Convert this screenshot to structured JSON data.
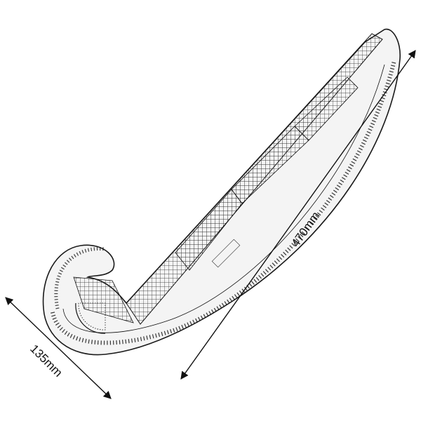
{
  "product": {
    "name": "french-curve-ruler",
    "colors": {
      "line": "#1a1a1a",
      "body": "#f4f4f4",
      "background": "#ffffff"
    }
  },
  "dimensions": {
    "width_label": "135mm",
    "length_label": "470mm"
  }
}
